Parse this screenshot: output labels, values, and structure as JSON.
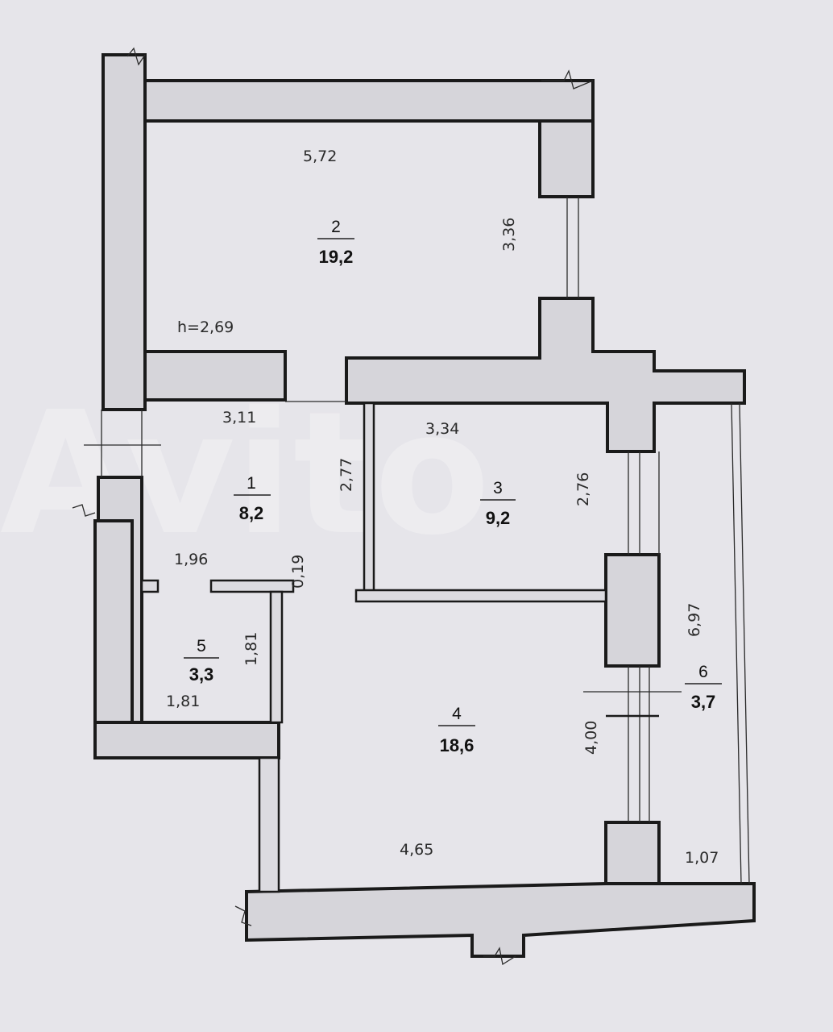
{
  "watermark": "Avito",
  "rooms": [
    {
      "number": "1",
      "area": "8,2"
    },
    {
      "number": "2",
      "area": "19,2"
    },
    {
      "number": "3",
      "area": "9,2"
    },
    {
      "number": "4",
      "area": "18,6"
    },
    {
      "number": "5",
      "area": "3,3"
    },
    {
      "number": "6",
      "area": "3,7"
    }
  ],
  "ceiling_height": "h=2,69",
  "dimensions": {
    "room2_width": "5,72",
    "room2_depth": "3,36",
    "room1_width": "3,11",
    "room1_depth": "2,77",
    "room1_lower": "1,96",
    "partition": "0,19",
    "room3_width": "3,34",
    "room3_depth": "2,76",
    "room5_width": "1,81",
    "room5_depth": "1,81",
    "room4_depth": "4,00",
    "room4_width": "4,65",
    "balcony_length": "6,97",
    "balcony_width": "1,07"
  }
}
